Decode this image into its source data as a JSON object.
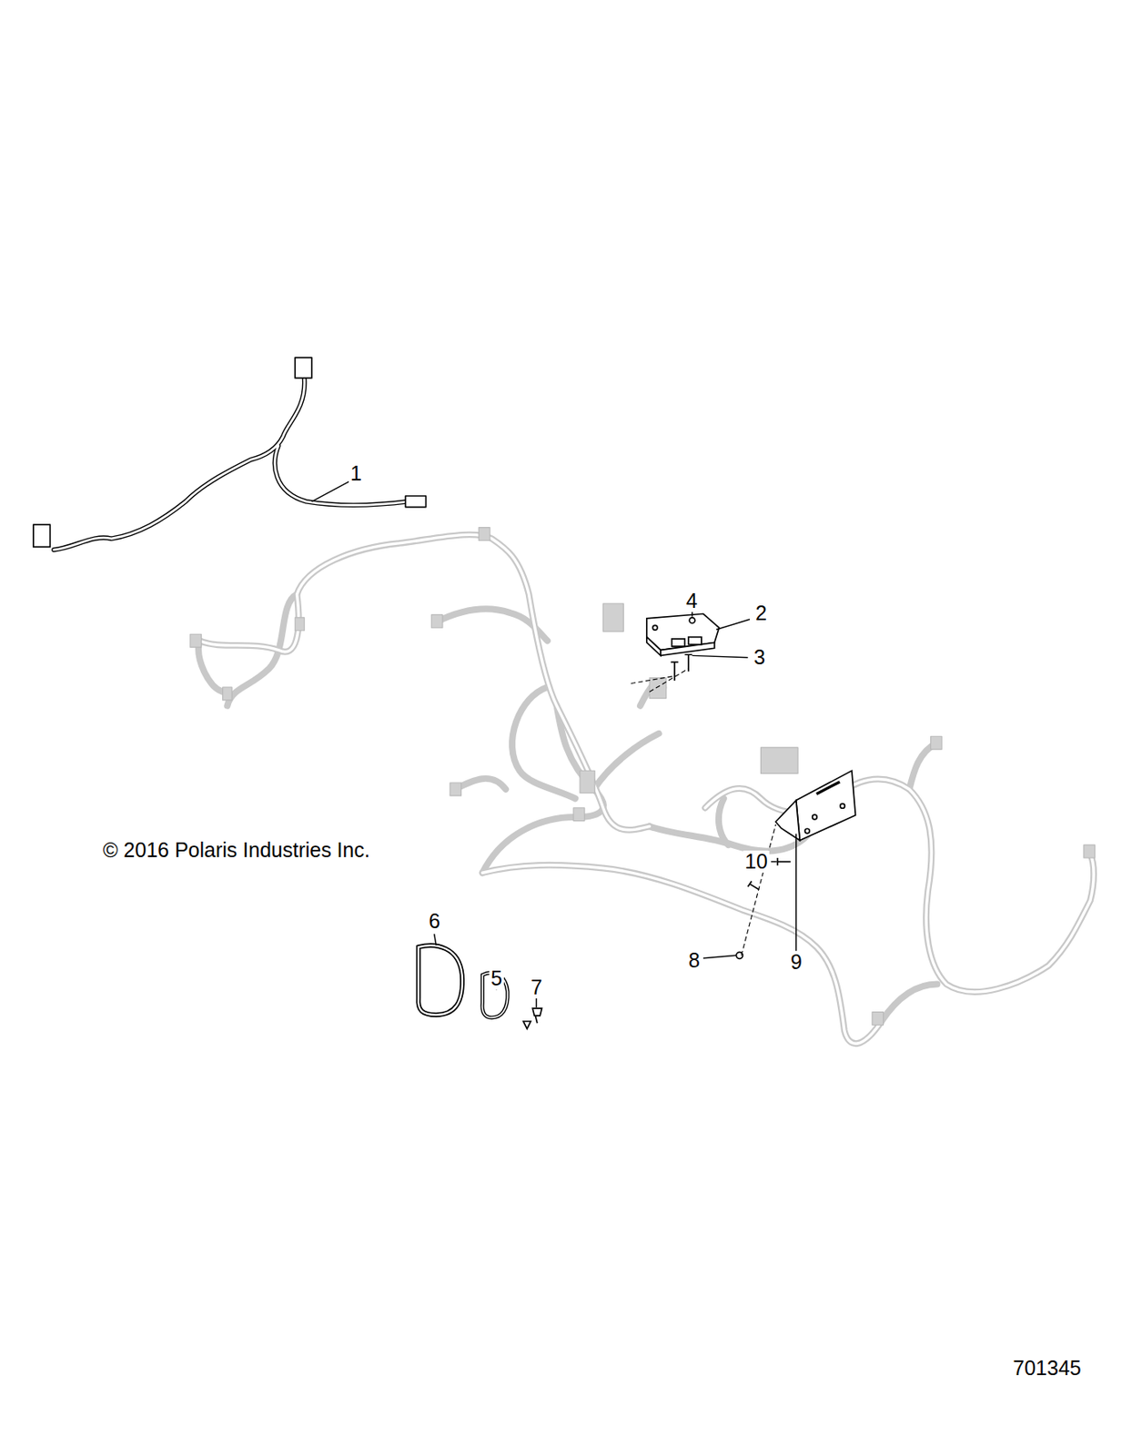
{
  "diagram": {
    "labels": [
      "1",
      "2",
      "3",
      "4",
      "5",
      "6",
      "7",
      "8",
      "9",
      "10",
      "© 2016 Polaris Industries Inc.",
      "701345"
    ]
  }
}
